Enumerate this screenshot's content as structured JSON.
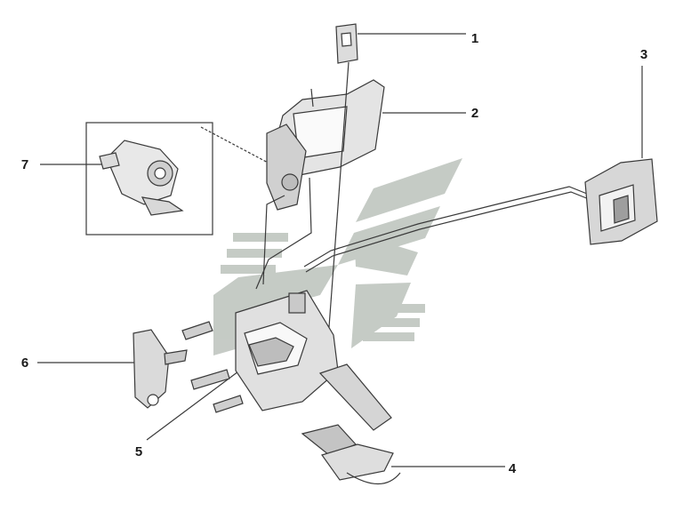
{
  "diagram": {
    "part_labels": [
      "1",
      "2",
      "3",
      "4",
      "5",
      "6",
      "7"
    ],
    "colors": {
      "line": "#3a3a3a",
      "watermark": "#bcc2bc",
      "background": "#ffffff"
    }
  }
}
